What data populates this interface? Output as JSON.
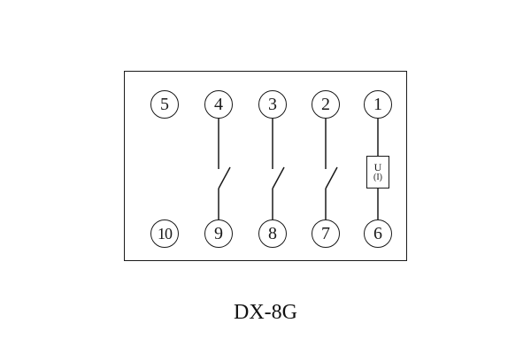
{
  "diagram": {
    "caption": "DX-8G",
    "terminals": {
      "top": [
        "5",
        "4",
        "3",
        "2",
        "1"
      ],
      "bottom": [
        "10",
        "9",
        "8",
        "7",
        "6"
      ]
    },
    "device_box": {
      "line1": "U",
      "line2": "(I)"
    },
    "switch_columns": [
      "4-9",
      "3-8",
      "2-7"
    ],
    "colors": {
      "line": "#1a1a1a",
      "background": "#ffffff"
    }
  }
}
